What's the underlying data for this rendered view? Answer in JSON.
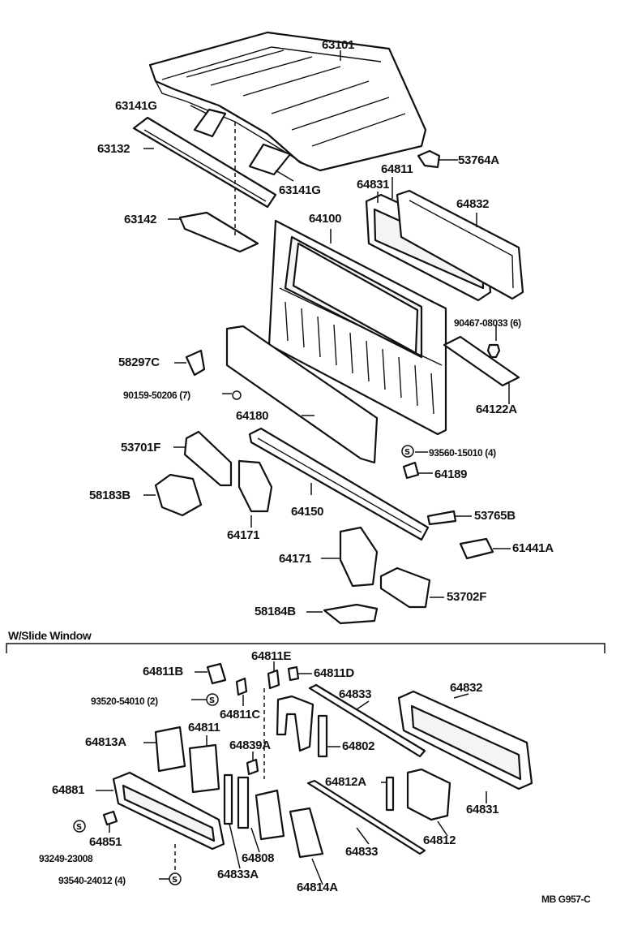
{
  "section_title": "W/Slide Window",
  "figure_code": "MB G957-C",
  "labels": {
    "l63101": "63101",
    "l63141G_a": "63141G",
    "l63132": "63132",
    "l63141G_b": "63141G",
    "l53764A": "53764A",
    "l64811_top": "64811",
    "l64831_top": "64831",
    "l64832_top": "64832",
    "l63142": "63142",
    "l64100": "64100",
    "l90467": "90467-08033 (6)",
    "l58297C": "58297C",
    "l90159": "90159-50206 (7)",
    "l64122A": "64122A",
    "l64180": "64180",
    "l53701F": "53701F",
    "l93560": "93560-15010 (4)",
    "l64189": "64189",
    "l58183B": "58183B",
    "l64150": "64150",
    "l53765B": "53765B",
    "l64171_a": "64171",
    "l61441A": "61441A",
    "l64171_b": "64171",
    "l53702F": "53702F",
    "l58184B": "58184B",
    "l64811E": "64811E",
    "l64811B": "64811B",
    "l64811D": "64811D",
    "l64832_bot": "64832",
    "l93520": "93520-54010 (2)",
    "l64833_a": "64833",
    "l64811C": "64811C",
    "l64811_bot": "64811",
    "l64813A": "64813A",
    "l64839A": "64839A",
    "l64802": "64802",
    "l64881": "64881",
    "l64812A": "64812A",
    "l64831_bot": "64831",
    "l64851": "64851",
    "l93249": "93249-23008",
    "l64833_b": "64833",
    "l64812": "64812",
    "l64808": "64808",
    "l93540": "93540-24012 (4)",
    "l64833A": "64833A",
    "l64814A": "64814A"
  },
  "symbols": {
    "washer_mark": "S"
  }
}
